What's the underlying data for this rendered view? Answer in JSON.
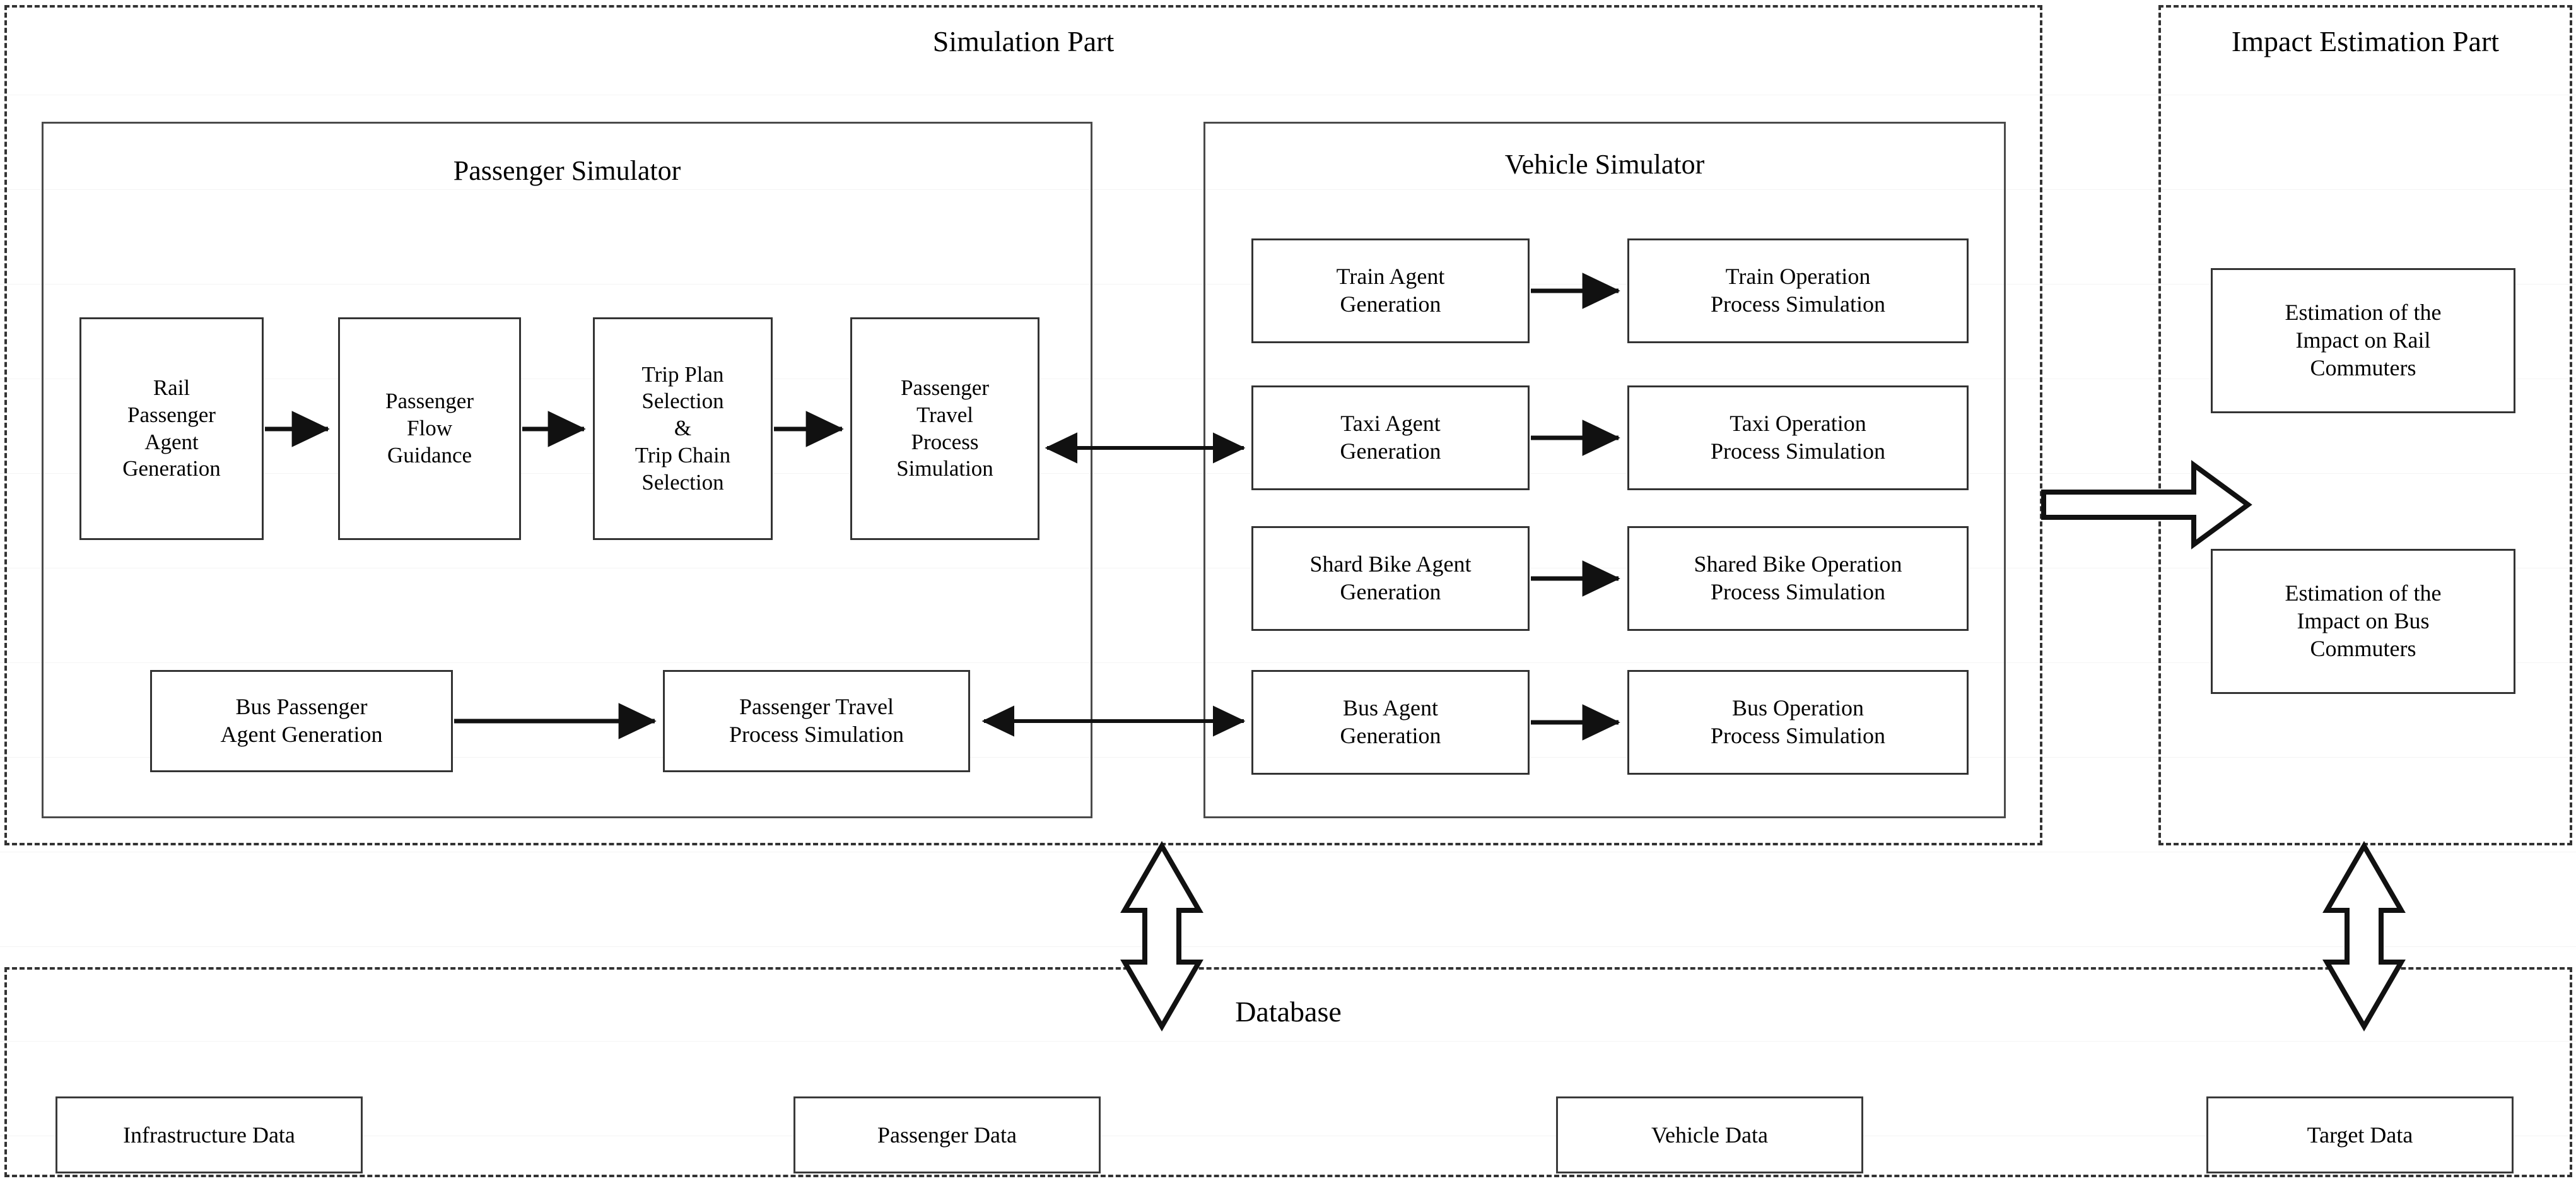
{
  "diagram": {
    "title_simulation": "Simulation Part",
    "title_impact": "Impact Estimation Part",
    "title_database": "Database",
    "panel_passenger": "Passenger Simulator",
    "panel_vehicle": "Vehicle Simulator"
  },
  "passenger_simulator": {
    "title": "Passenger Simulator",
    "rail_chain": [
      {
        "label": "Rail\nPassenger\nAgent\nGeneration"
      },
      {
        "label": "Passenger\nFlow\nGuidance"
      },
      {
        "label": "Trip Plan\nSelection\n&\nTrip Chain\nSelection"
      },
      {
        "label": "Passenger\nTravel\nProcess\nSimulation"
      }
    ],
    "bus_chain": [
      {
        "label": "Bus Passenger\nAgent Generation"
      },
      {
        "label": "Passenger Travel\nProcess Simulation"
      }
    ]
  },
  "vehicle_simulator": {
    "title": "Vehicle Simulator",
    "rows": [
      {
        "agent": "Train Agent\nGeneration",
        "operation": "Train Operation\nProcess Simulation"
      },
      {
        "agent": "Taxi Agent\nGeneration",
        "operation": "Taxi Operation\nProcess Simulation"
      },
      {
        "agent": "Shard Bike Agent\nGeneration",
        "operation": "Shared Bike Operation\nProcess Simulation"
      },
      {
        "agent": "Bus Agent\nGeneration",
        "operation": "Bus Operation\nProcess Simulation"
      }
    ]
  },
  "impact_estimation": {
    "title": "Impact Estimation Part",
    "boxes": [
      {
        "label": "Estimation of the\nImpact on Rail\nCommuters"
      },
      {
        "label": "Estimation of the\nImpact on Bus\nCommuters"
      }
    ]
  },
  "database": {
    "title": "Database",
    "boxes": [
      {
        "label": "Infrastructure Data"
      },
      {
        "label": "Passenger Data"
      },
      {
        "label": "Vehicle Data"
      },
      {
        "label": "Target Data"
      }
    ]
  },
  "colors": {
    "line": "#333333",
    "panel_border": "#4a4a4a",
    "background": "#ffffff"
  }
}
